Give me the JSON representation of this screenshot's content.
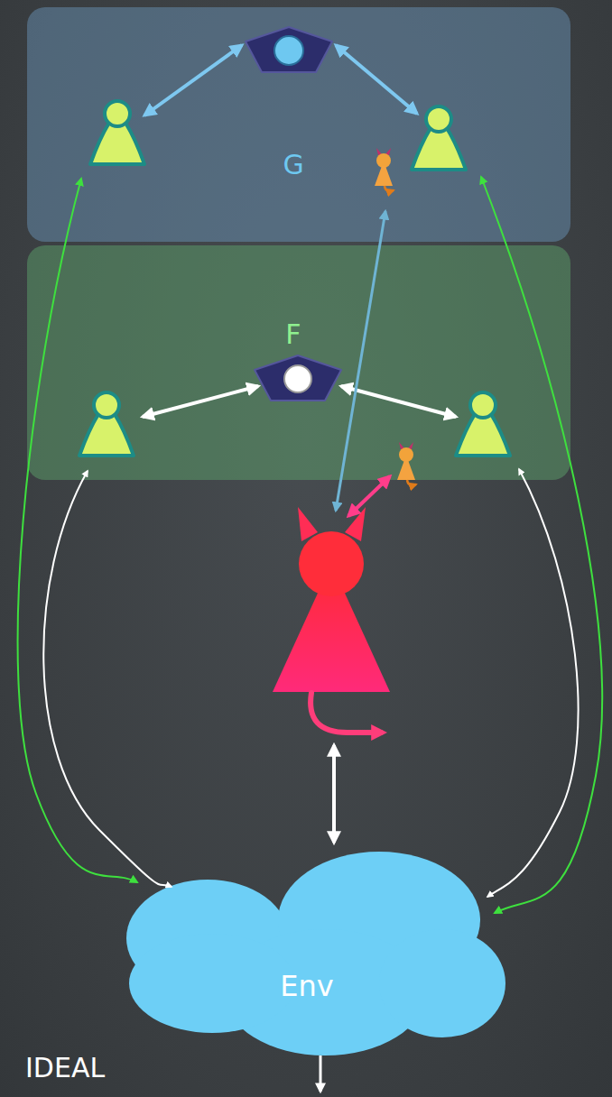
{
  "diagram": {
    "nodes": [
      {
        "text": [
          "G"
        ]
      },
      {
        "text": [
          "F"
        ]
      },
      {
        "text": [
          "Env"
        ]
      }
    ],
    "labels": [
      "IDEAL"
    ]
  }
}
